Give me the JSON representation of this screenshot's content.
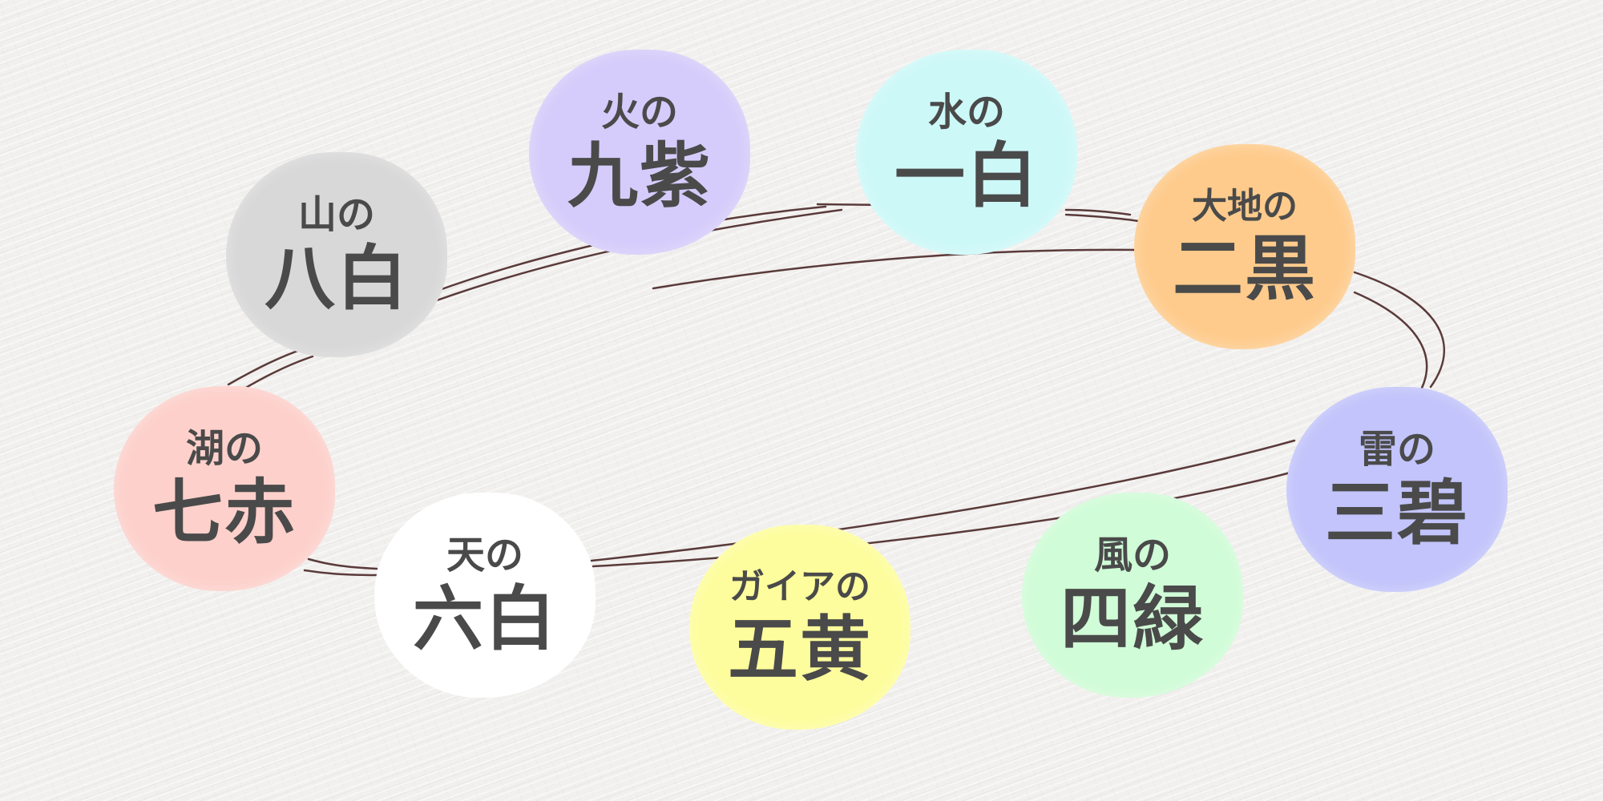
{
  "nodes": [
    {
      "id": "kyushi",
      "prefix": "火の",
      "main": "九紫",
      "color": "#d6ccfb"
    },
    {
      "id": "ippaku",
      "prefix": "水の",
      "main": "一白",
      "color": "#cdf8f8"
    },
    {
      "id": "jikoku",
      "prefix": "大地の",
      "main": "二黒",
      "color": "#fecb8c"
    },
    {
      "id": "happaku",
      "prefix": "山の",
      "main": "八白",
      "color": "#d8d8d8"
    },
    {
      "id": "sanpeki",
      "prefix": "雷の",
      "main": "三碧",
      "color": "#c2c4fb"
    },
    {
      "id": "shichiseki",
      "prefix": "湖の",
      "main": "七赤",
      "color": "#fdd0cb"
    },
    {
      "id": "roppaku",
      "prefix": "天の",
      "main": "六白",
      "color": "#ffffff"
    },
    {
      "id": "goou",
      "prefix": "ガイアの",
      "main": "五黄",
      "color": "#fdfd9d"
    },
    {
      "id": "shiroku",
      "prefix": "風の",
      "main": "四緑",
      "color": "#d0fcd7"
    }
  ],
  "colors": {
    "text": "#4a4a4a",
    "ring_stroke": "#5a3a3a"
  }
}
